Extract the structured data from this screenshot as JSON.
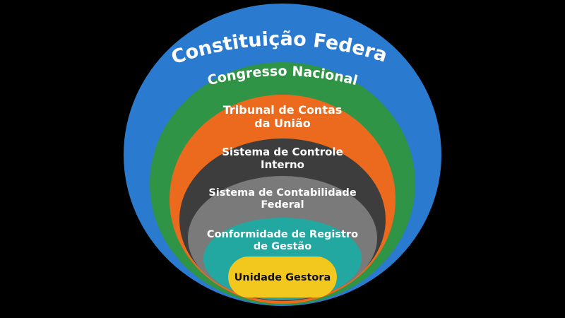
{
  "layers": [
    {
      "label": "Constituição Federal",
      "color": "#2a7ad0",
      "text_color": "#ffffff"
    },
    {
      "label": "Congresso Nacional",
      "color": "#2f9446",
      "text_color": "#ffffff"
    },
    {
      "label_lines": [
        "Tribunal de Contas",
        "da União"
      ],
      "color": "#ec6a1e",
      "text_color": "#ffffff"
    },
    {
      "label_lines": [
        "Sistema de Controle",
        "Interno"
      ],
      "color": "#3d3d3d",
      "text_color": "#ffffff"
    },
    {
      "label_lines": [
        "Sistema de Contabilidade",
        "Federal"
      ],
      "color": "#7a7a7a",
      "text_color": "#ffffff"
    },
    {
      "label_lines": [
        "Conformidade de Registro",
        "de Gestão"
      ],
      "color": "#22a8a0",
      "text_color": "#ffffff"
    },
    {
      "label": "Unidade Gestora",
      "color": "#f2c81e",
      "text_color": "#111111"
    }
  ]
}
